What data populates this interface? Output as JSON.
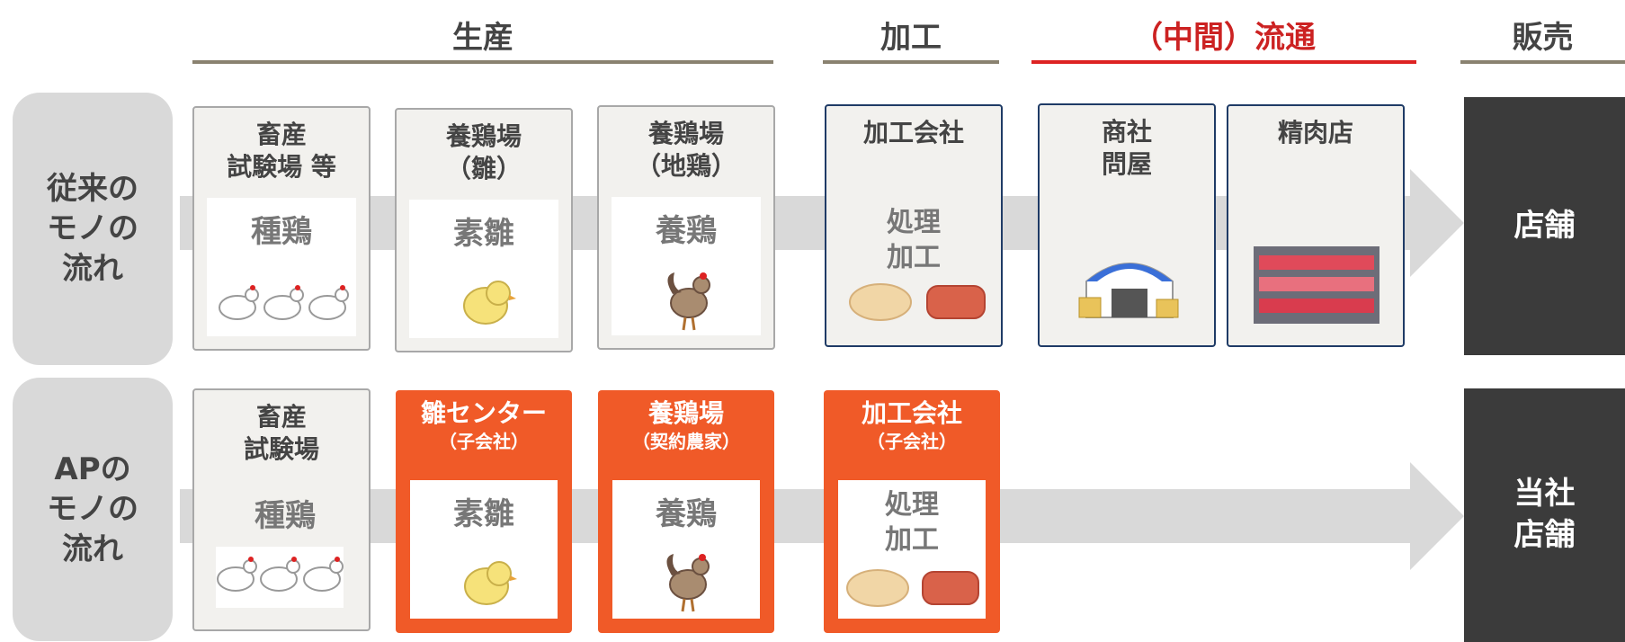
{
  "stages": {
    "production": "生産",
    "processing": "加工",
    "distribution": "（中間）流通",
    "sales": "販売"
  },
  "rows": {
    "conventional": {
      "label": [
        "従来の",
        "モノの",
        "流れ"
      ],
      "boxes": [
        {
          "title": [
            "畜産",
            "試験場 等"
          ],
          "inner": "種鶏"
        },
        {
          "title": [
            "養鶏場",
            "（雛）"
          ],
          "inner": "素雛"
        },
        {
          "title": [
            "養鶏場",
            "（地鶏）"
          ],
          "inner": "養鶏"
        },
        {
          "title": [
            "加工会社"
          ],
          "process": [
            "処理",
            "加工"
          ]
        },
        {
          "title": [
            "商社",
            "問屋"
          ]
        },
        {
          "title": [
            "精肉店"
          ]
        }
      ],
      "store": [
        "店舗"
      ]
    },
    "ap": {
      "label": [
        "APの",
        "モノの",
        "流れ"
      ],
      "boxes": [
        {
          "title": [
            "畜産",
            "試験場"
          ],
          "inner": "種鶏"
        },
        {
          "title": [
            "雛センター"
          ],
          "sub": "（子会社）",
          "inner": "素雛"
        },
        {
          "title": [
            "養鶏場"
          ],
          "sub": "（契約農家）",
          "inner": "養鶏"
        },
        {
          "title": [
            "加工会社"
          ],
          "sub": "（子会社）",
          "process": [
            "処理",
            "加工"
          ]
        }
      ],
      "store": [
        "当社",
        "店舗"
      ]
    }
  },
  "colors": {
    "accent": "#f05a28",
    "distribution": "#cc2222",
    "store": "#3b3b3b",
    "band": "#d9d9d9",
    "border_blue": "#1f3b66"
  }
}
